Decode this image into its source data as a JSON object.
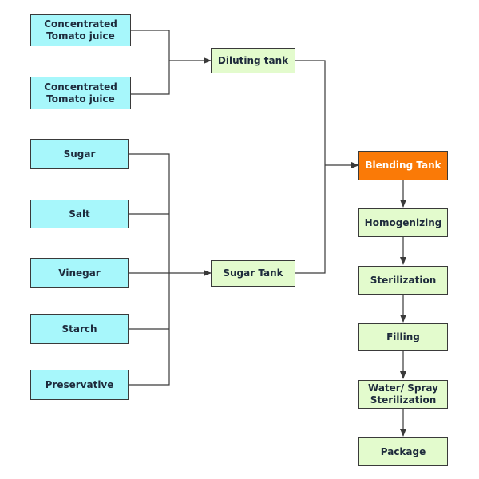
{
  "inputs": {
    "juice1": [
      "Concentrated",
      "Tomato juice"
    ],
    "juice2": [
      "Concentrated",
      "Tomato juice"
    ],
    "sugar": "Sugar",
    "salt": "Salt",
    "vinegar": "Vinegar",
    "starch": "Starch",
    "preservative": "Preservative"
  },
  "tanks": {
    "diluting": "Diluting tank",
    "sugar": "Sugar Tank"
  },
  "process": {
    "blending": "Blending Tank",
    "homogenizing": "Homogenizing",
    "sterilization": "Sterilization",
    "filling": "Filling",
    "water_spray": [
      "Water/ Spray",
      "Sterilization"
    ],
    "package": "Package"
  },
  "colors": {
    "input_fill": "#a7f7fb",
    "tank_fill": "#e3fbcd",
    "blending_fill": "#fa7a07",
    "line": "#3a3a3a"
  }
}
